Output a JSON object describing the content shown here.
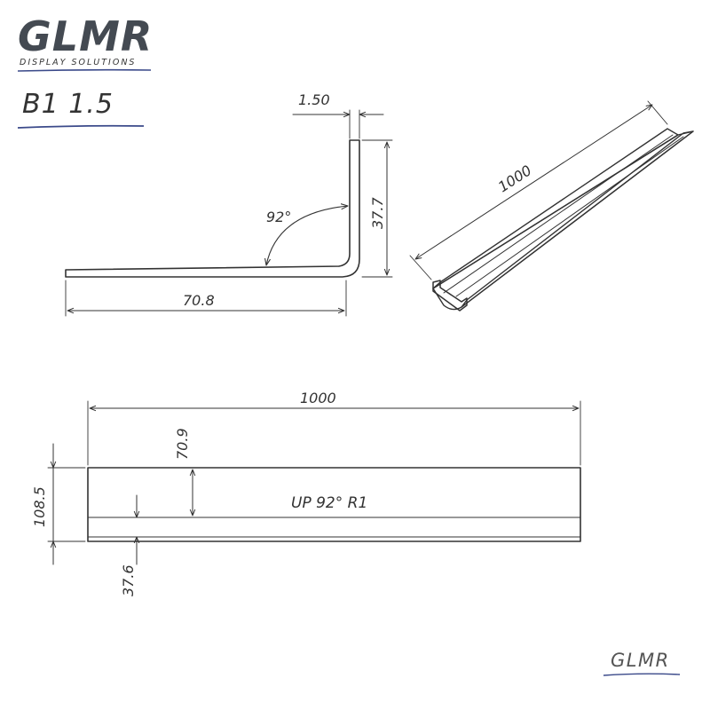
{
  "branding": {
    "logo_text": "GLMR",
    "logo_tagline": "DISPLAY SOLUTIONS",
    "signature": "GLMR",
    "accent_color": "#3b4a8a",
    "ink_color": "#333333"
  },
  "part": {
    "code": "B1 1.5"
  },
  "profile_view": {
    "thickness": "1.50",
    "leg_height": "37.7",
    "base_width": "70.8",
    "angle": "92°"
  },
  "iso_view": {
    "length": "1000"
  },
  "flat_view": {
    "length": "1000",
    "total_width": "108.5",
    "bend_offset": "70.9",
    "remainder": "37.6",
    "bend_note": "UP 92° R1"
  }
}
